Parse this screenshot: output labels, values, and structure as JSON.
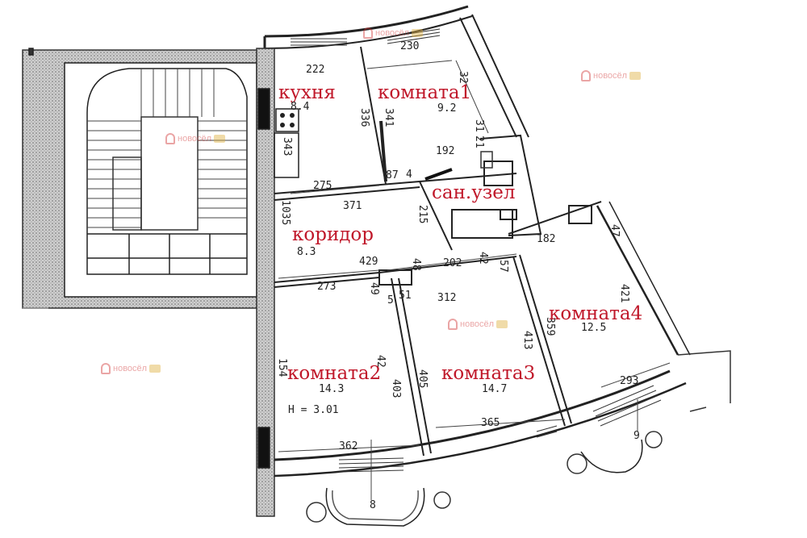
{
  "rooms": {
    "kitchen": {
      "name": "кухня",
      "area": "8.4"
    },
    "room1": {
      "name": "комната1",
      "area": "9.2"
    },
    "bathroom": {
      "name": "сан.узел"
    },
    "corridor": {
      "name": "коридор",
      "area": "8.3"
    },
    "room2": {
      "name": "комната2",
      "area": "14.3",
      "height": "H = 3.01"
    },
    "room3": {
      "name": "комната3",
      "area": "14.7"
    },
    "room4": {
      "name": "комната4",
      "area": "12.5"
    }
  },
  "dimensions": {
    "d222": "222",
    "d230": "230",
    "d32": "32",
    "d336": "336",
    "d341": "341",
    "d343": "343",
    "d31": "31",
    "d21": "21",
    "d192": "192",
    "d275": "275",
    "d87": "87",
    "d4": "4",
    "d371": "371",
    "d1035": "1035",
    "d215": "215",
    "d429": "429",
    "d48": "48",
    "d202": "202",
    "d42": "42",
    "d57": "57",
    "d182": "182",
    "d47": "47",
    "d273": "273",
    "d49": "49",
    "d5": "5",
    "d51": "51",
    "d312": "312",
    "d359": "359",
    "d413": "413",
    "d421": "421",
    "d154": "154",
    "d42b": "42",
    "d403": "403",
    "d405": "405",
    "d365": "365",
    "d293": "293",
    "d362": "362",
    "d8": "8",
    "d9": "9"
  },
  "watermark": {
    "text": "новосёл"
  }
}
